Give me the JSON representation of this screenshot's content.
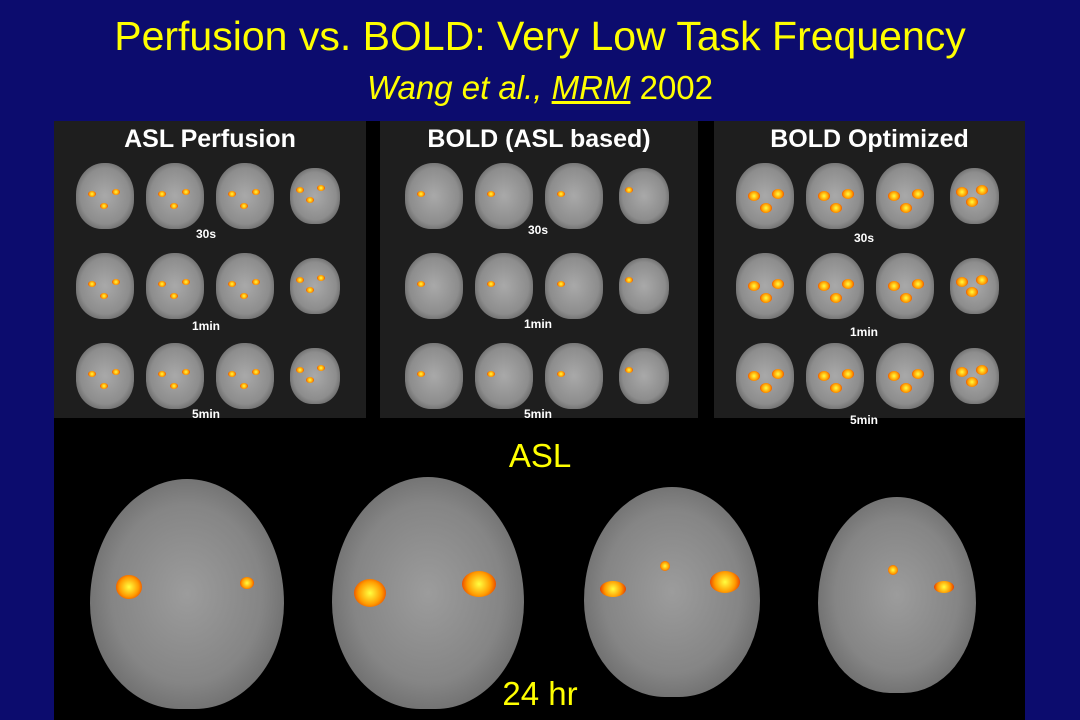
{
  "title": "Perfusion vs. BOLD: Very Low Task Frequency",
  "citation": {
    "authors": "Wang et al., ",
    "journal": "MRM",
    "year": " 2002"
  },
  "figure": {
    "groups": [
      {
        "title": "ASL Perfusion",
        "rows": [
          "30s",
          "1min",
          "5min"
        ]
      },
      {
        "title": "BOLD (ASL based)",
        "rows": [
          "30s",
          "1min",
          "5min"
        ]
      },
      {
        "title": "BOLD Optimized",
        "rows": [
          "30s",
          "1min",
          "5min"
        ]
      }
    ]
  },
  "lower": {
    "top_label": "ASL",
    "bottom_label": "24 hr"
  },
  "colors": {
    "background": "#0c0c6e",
    "text": "#ffff00"
  }
}
